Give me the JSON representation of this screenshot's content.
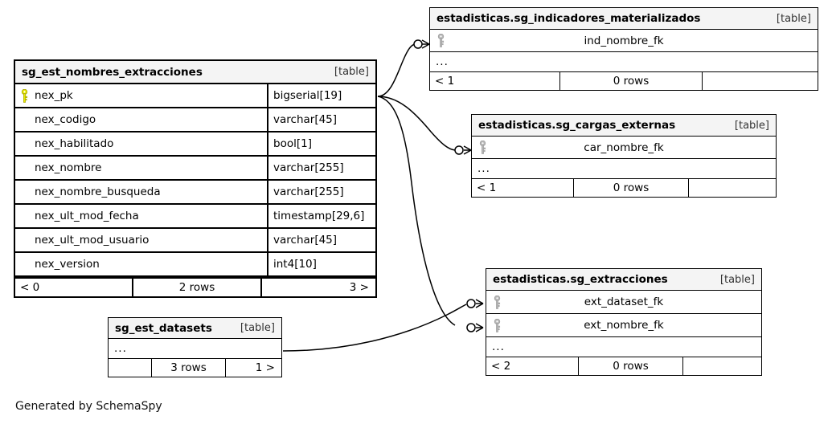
{
  "diagram": {
    "generator_note": "Generated by SchemaSpy",
    "table_tag": "[table]",
    "ellipsis": "...",
    "pk_icon": "key-icon-primary",
    "fk_icon": "key-icon-foreign",
    "colors": {
      "pk_key": "#e8e800",
      "fk_key": "#b3b3b3",
      "header_bg": "#f4f4f4",
      "border": "#000000",
      "background": "#ffffff"
    }
  },
  "tables": [
    {
      "id": "sg_est_nombres_extracciones",
      "name": "sg_est_nombres_extracciones",
      "tag": "[table]",
      "columns": [
        {
          "name": "nex_pk",
          "type": "bigserial[19]",
          "key": "pk"
        },
        {
          "name": "nex_codigo",
          "type": "varchar[45]",
          "key": "none"
        },
        {
          "name": "nex_habilitado",
          "type": "bool[1]",
          "key": "none"
        },
        {
          "name": "nex_nombre",
          "type": "varchar[255]",
          "key": "none"
        },
        {
          "name": "nex_nombre_busqueda",
          "type": "varchar[255]",
          "key": "none"
        },
        {
          "name": "nex_ult_mod_fecha",
          "type": "timestamp[29,6]",
          "key": "none"
        },
        {
          "name": "nex_ult_mod_usuario",
          "type": "varchar[45]",
          "key": "none"
        },
        {
          "name": "nex_version",
          "type": "int4[10]",
          "key": "none"
        }
      ],
      "footer": {
        "left": "< 0",
        "center": "2 rows",
        "right": "3 >"
      }
    },
    {
      "id": "estadisticas_sg_indicadores_materializados",
      "name": "estadisticas.sg_indicadores_materializados",
      "tag": "[table]",
      "columns": [
        {
          "name": "ind_nombre_fk",
          "type": "",
          "key": "fk"
        }
      ],
      "has_ellipsis_row": true,
      "footer": {
        "left": "< 1",
        "center": "0 rows",
        "right": ""
      }
    },
    {
      "id": "estadisticas_sg_cargas_externas",
      "name": "estadisticas.sg_cargas_externas",
      "tag": "[table]",
      "columns": [
        {
          "name": "car_nombre_fk",
          "type": "",
          "key": "fk"
        }
      ],
      "has_ellipsis_row": true,
      "footer": {
        "left": "< 1",
        "center": "0 rows",
        "right": ""
      }
    },
    {
      "id": "estadisticas_sg_extracciones",
      "name": "estadisticas.sg_extracciones",
      "tag": "[table]",
      "columns": [
        {
          "name": "ext_dataset_fk",
          "type": "",
          "key": "fk"
        },
        {
          "name": "ext_nombre_fk",
          "type": "",
          "key": "fk"
        }
      ],
      "has_ellipsis_row": true,
      "footer": {
        "left": "< 2",
        "center": "0 rows",
        "right": ""
      }
    },
    {
      "id": "sg_est_datasets",
      "name": "sg_est_datasets",
      "tag": "[table]",
      "columns": [],
      "has_ellipsis_row": true,
      "footer": {
        "left": "",
        "center": "3 rows",
        "right": "1 >"
      }
    }
  ],
  "relationships": [
    {
      "from": "sg_est_nombres_extracciones.nex_pk",
      "to": "estadisticas.sg_indicadores_materializados.ind_nombre_fk"
    },
    {
      "from": "sg_est_nombres_extracciones.nex_pk",
      "to": "estadisticas.sg_cargas_externas.car_nombre_fk"
    },
    {
      "from": "sg_est_nombres_extracciones.nex_pk",
      "to": "estadisticas.sg_extracciones.ext_nombre_fk"
    },
    {
      "from": "sg_est_datasets",
      "to": "estadisticas.sg_extracciones.ext_dataset_fk"
    }
  ]
}
